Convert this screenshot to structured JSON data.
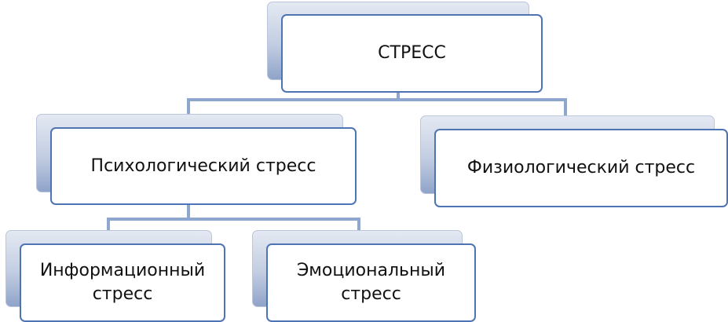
{
  "diagram": {
    "root": {
      "label": "СТРЕСС"
    },
    "branches": [
      {
        "label": "Психологический стресс",
        "children": [
          {
            "label": "Информационный стресс"
          },
          {
            "label": "Эмоциональный стресс"
          }
        ]
      },
      {
        "label": "Физиологический стресс"
      }
    ]
  },
  "colors": {
    "border": "#4f74b3",
    "connector": "#8fa7cf",
    "shadow_top": "#e4e9f2",
    "shadow_bottom": "#8fa3c9",
    "box_fill": "#ffffff"
  }
}
